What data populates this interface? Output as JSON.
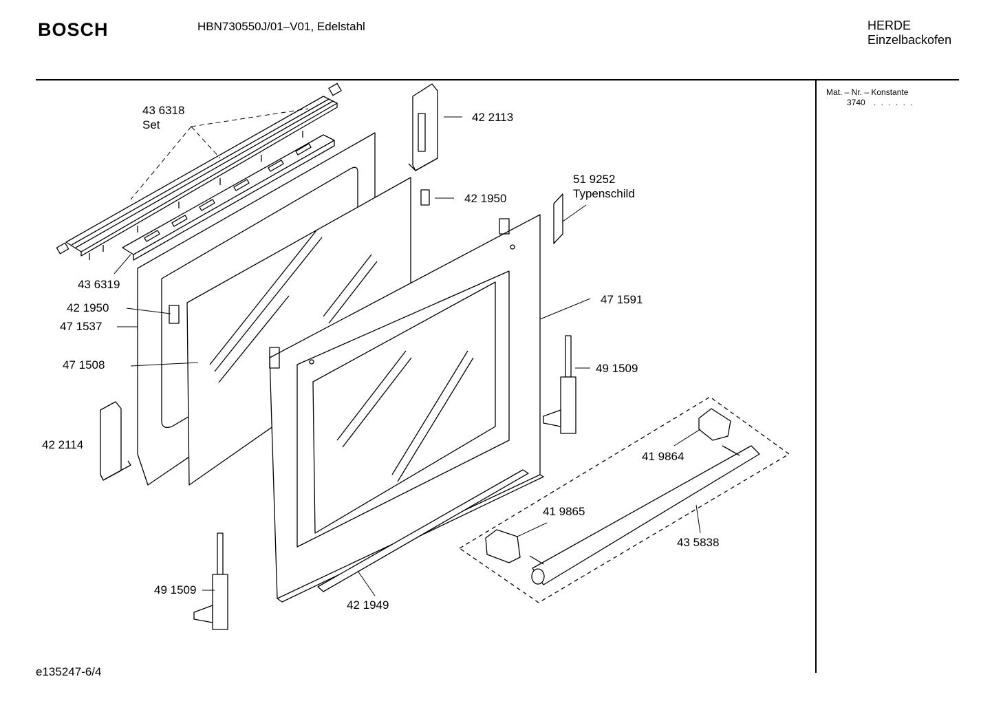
{
  "header": {
    "brand": "BOSCH",
    "model": "HBN730550J/01–V01, Edelstahl",
    "category_line1": "HERDE",
    "category_line2": "Einzelbackofen"
  },
  "sidebar": {
    "mat_label": "Mat. – Nr. – Konstante",
    "mat_value": "3740",
    "mat_dots": ". .   . . . ."
  },
  "footer": {
    "doc_id": "e135247-6/4"
  },
  "parts": {
    "p436318": "43 6318",
    "p436318_sub": "Set",
    "p422113": "42 2113",
    "p519252": "51 9252",
    "p519252_sub": "Typenschild",
    "p421950_top": "42 1950",
    "p436319": "43 6319",
    "p421950_left": "42 1950",
    "p471537": "47 1537",
    "p471591": "47 1591",
    "p471508": "47 1508",
    "p491509_right": "49 1509",
    "p422114": "42 2114",
    "p419864": "41 9864",
    "p419865": "41 9865",
    "p435838": "43 5838",
    "p491509_bottom": "49 1509",
    "p421949": "42 1949"
  }
}
